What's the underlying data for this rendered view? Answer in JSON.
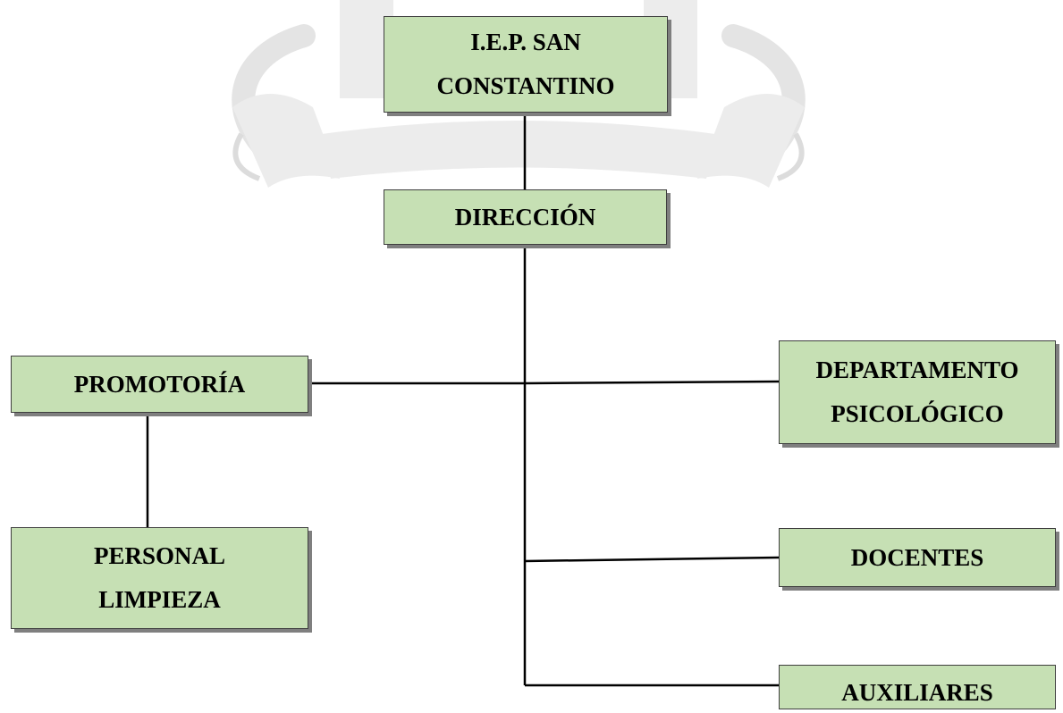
{
  "theme": {
    "box_fill": "#c6e0b4",
    "box_border": "#3f3f3f",
    "shadow": "#7f7f7f",
    "line": "#000000",
    "watermark": "#e6e6e6"
  },
  "nodes": {
    "root": {
      "lines": [
        "I.E.P. SAN",
        "CONSTANTINO"
      ]
    },
    "direccion": {
      "lines": [
        "DIRECCIÓN"
      ]
    },
    "promotoria": {
      "lines": [
        "PROMOTORÍA"
      ]
    },
    "personal_limpieza": {
      "lines": [
        "PERSONAL",
        "LIMPIEZA"
      ]
    },
    "departamento_psicologico": {
      "lines": [
        "DEPARTAMENTO",
        "PSICOLÓGICO"
      ]
    },
    "docentes": {
      "lines": [
        "DOCENTES"
      ]
    },
    "auxiliares": {
      "lines": [
        "AUXILIARES"
      ]
    }
  },
  "edges": [
    {
      "from": "root",
      "to": "direccion"
    },
    {
      "from": "direccion",
      "to": "promotoria"
    },
    {
      "from": "direccion",
      "to": "departamento_psicologico"
    },
    {
      "from": "direccion",
      "to": "docentes"
    },
    {
      "from": "direccion",
      "to": "auxiliares"
    },
    {
      "from": "promotoria",
      "to": "personal_limpieza"
    }
  ]
}
